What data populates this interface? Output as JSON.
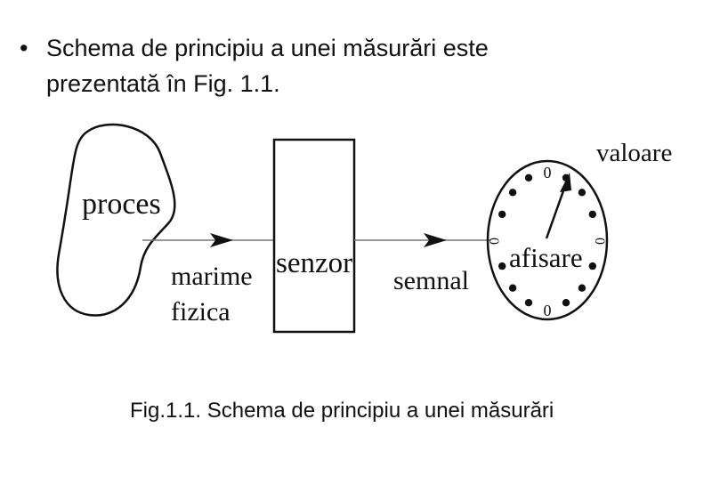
{
  "bullet": {
    "symbol": "•",
    "text": "Schema de principiu a unei măsurări este\nprezentată în Fig. 1.1."
  },
  "diagram": {
    "process_label": "proces",
    "quantity_label_line1": "marime",
    "quantity_label_line2": "fizica",
    "sensor_label": "senzor",
    "signal_label": "semnal",
    "display_label": "afisare",
    "value_label": "valoare",
    "dial_zero": "0"
  },
  "caption": "Fig.1.1. Schema de principiu a unei măsurări"
}
